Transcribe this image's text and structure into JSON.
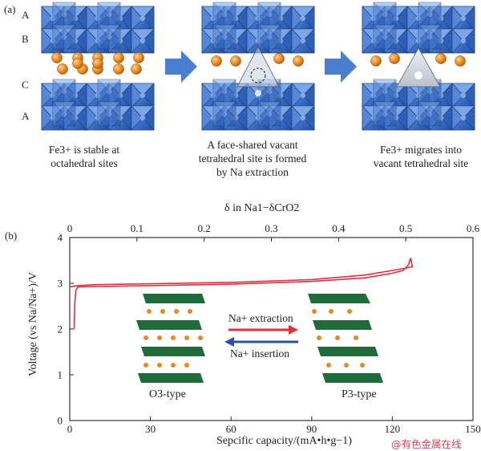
{
  "panel_a": {
    "label": "(a)",
    "layers": [
      "A",
      "B",
      "C",
      "A"
    ],
    "captions": [
      "Fe3+ is stable at\noctahedral sites",
      "A face-shared vacant\ntetrahedral site is formed\nby Na extraction",
      "Fe3+ migrates into\nvacant tetrahedral site"
    ]
  },
  "panel_b": {
    "label": "(b)",
    "top_axis_label": "δ in Na1−δCrO2",
    "inset": {
      "left_label": "O3-type",
      "right_label": "P3-type",
      "extraction": "Na+ extraction",
      "insertion": "Na+ insertion"
    }
  },
  "colors": {
    "octahedra": "#3b6fc6",
    "sodium": "#e58a22",
    "curve": "#d8333d",
    "inset_layer": "#1f6b3a",
    "arrow_red": "#e0313a",
    "arrow_blue": "#2f4fa8",
    "process_arrow": "#4a7fd0"
  },
  "watermark": "@有色金属在线",
  "chart_data": {
    "type": "line",
    "xlabel": "Sepcific capacity/(mA•h•g−1)",
    "ylabel": "Voltage (vs Na/Na+)/V",
    "xlim": [
      0,
      150
    ],
    "ylim": [
      0,
      4
    ],
    "x_ticks": [
      0,
      30,
      60,
      90,
      120,
      150
    ],
    "y_ticks": [
      0,
      1,
      2,
      3,
      4
    ],
    "top_axis": {
      "label": "δ in Na1−δCrO2",
      "ticks": [
        0,
        0.1,
        0.2,
        0.3,
        0.4,
        0.5,
        0.6
      ],
      "range": [
        0,
        0.6
      ]
    },
    "series": [
      {
        "values": [
          [
            1.6,
            2.0
          ],
          [
            1.9,
            2.6
          ],
          [
            2.3,
            2.85
          ],
          [
            3.0,
            2.92
          ],
          [
            10,
            2.93
          ],
          [
            30,
            2.95
          ],
          [
            60,
            2.98
          ],
          [
            90,
            3.04
          ],
          [
            110,
            3.12
          ],
          [
            120,
            3.22
          ],
          [
            124,
            3.28
          ],
          [
            126,
            3.4
          ],
          [
            126.8,
            3.55
          ]
        ]
      },
      {
        "values": [
          [
            126.8,
            3.55
          ],
          [
            127.5,
            3.36
          ],
          [
            122,
            3.3
          ],
          [
            110,
            3.18
          ],
          [
            90,
            3.08
          ],
          [
            60,
            3.02
          ],
          [
            30,
            2.99
          ],
          [
            10,
            2.97
          ],
          [
            3,
            2.95
          ],
          [
            0,
            2.92
          ]
        ]
      }
    ]
  }
}
